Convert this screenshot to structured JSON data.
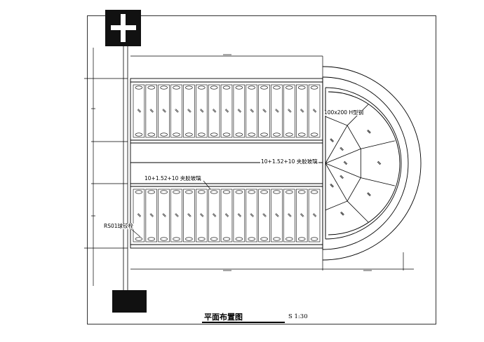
{
  "drawing": {
    "title": "平面布置图",
    "scale": "S 1:30"
  },
  "annotations": {
    "beam": "100x200 H型钢",
    "glass_right": "10+1.52+10 夹胶玻璃",
    "glass_left": "10+1.52+10 夹胶玻璃",
    "bolt": "RS01球铰栓"
  },
  "layout": {
    "panels_per_row": 15,
    "rows": 2,
    "fan_sectors": 5
  },
  "colors": {
    "line": "#000000",
    "fill_dark": "#111111",
    "background": "#ffffff"
  }
}
